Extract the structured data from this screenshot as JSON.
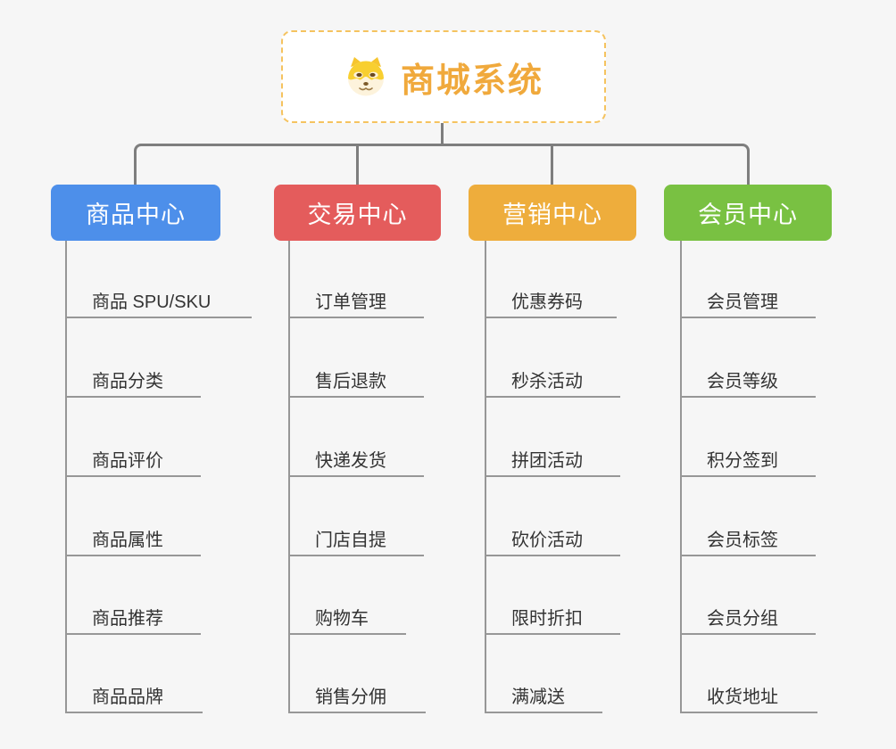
{
  "root": {
    "title": "商城系统",
    "icon": "doge-face-icon"
  },
  "branches": [
    {
      "label": "商品中心",
      "color": "#4d8fea",
      "children": [
        "商品 SPU/SKU",
        "商品分类",
        "商品评价",
        "商品属性",
        "商品推荐",
        "商品品牌"
      ]
    },
    {
      "label": "交易中心",
      "color": "#e45c5c",
      "children": [
        "订单管理",
        "售后退款",
        "快递发货",
        "门店自提",
        "购物车",
        "销售分佣"
      ]
    },
    {
      "label": "营销中心",
      "color": "#eead3c",
      "children": [
        "优惠券码",
        "秒杀活动",
        "拼团活动",
        "砍价活动",
        "限时折扣",
        "满减送"
      ]
    },
    {
      "label": "会员中心",
      "color": "#79c142",
      "children": [
        "会员管理",
        "会员等级",
        "积分签到",
        "会员标签",
        "会员分组",
        "收货地址"
      ]
    }
  ],
  "colors": {
    "background": "#f6f6f6",
    "connector": "#7e7e7e",
    "child_line": "#979797",
    "child_text": "#333333",
    "root_border": "#f5c35f",
    "root_text": "#f0a93c"
  }
}
